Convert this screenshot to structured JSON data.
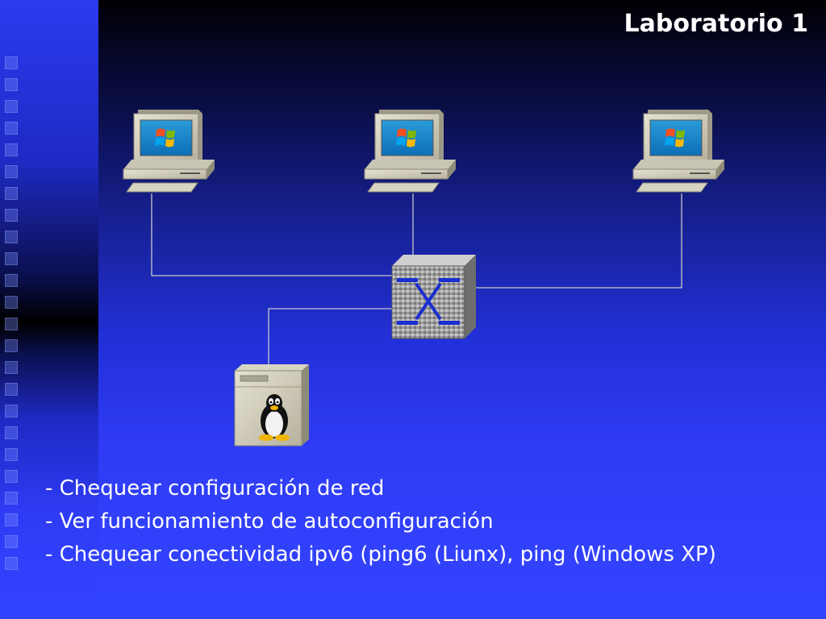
{
  "slide": {
    "title": "Laboratorio 1",
    "bullets": [
      "- Chequear configuración de red",
      "- Ver funcionamiento de autoconfiguración",
      "- Chequear conectividad ipv6 (ping6 (Liunx), ping (Windows XP)"
    ]
  },
  "diagram": {
    "nodes": [
      {
        "id": "pc1",
        "kind": "windows-pc",
        "icon": "windows-computer-icon"
      },
      {
        "id": "pc2",
        "kind": "windows-pc",
        "icon": "windows-computer-icon"
      },
      {
        "id": "pc3",
        "kind": "windows-pc",
        "icon": "windows-computer-icon"
      },
      {
        "id": "switch",
        "kind": "switch",
        "icon": "network-switch-icon"
      },
      {
        "id": "server",
        "kind": "linux-server",
        "icon": "linux-tux-server-icon"
      }
    ],
    "links": [
      {
        "from": "pc1",
        "to": "switch"
      },
      {
        "from": "pc2",
        "to": "switch"
      },
      {
        "from": "pc3",
        "to": "switch"
      },
      {
        "from": "server",
        "to": "switch"
      }
    ]
  },
  "colors": {
    "background_top": "#000000",
    "background_bottom": "#3344ff",
    "text": "#ffffff",
    "link_line": "#c8c8c8"
  }
}
